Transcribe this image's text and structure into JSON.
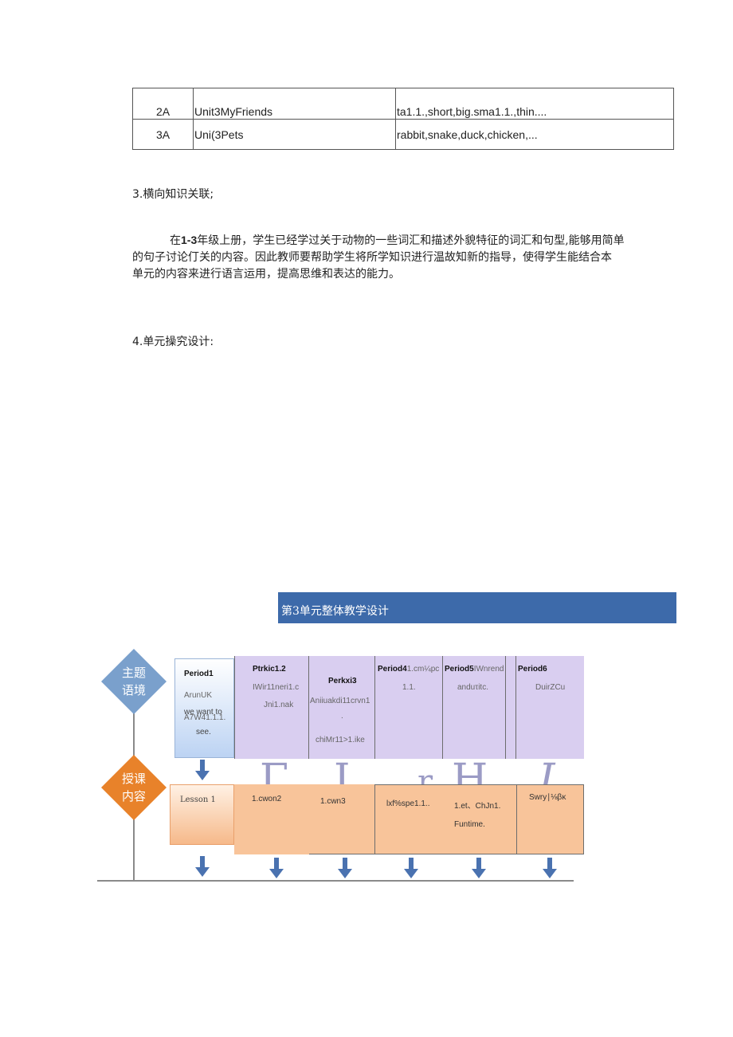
{
  "table": {
    "rows": [
      {
        "grade": "2A",
        "unit": "Unit3MyFriends",
        "words": "ta1.1.,short,big.sma1.1.,thin...."
      },
      {
        "grade": "3A",
        "unit": "Uni(3Pets",
        "words": "rabbit,snake,duck,chicken,..."
      }
    ]
  },
  "section3": {
    "heading": "3.横向知识关联;",
    "para_lines": [
      {
        "indent": "在",
        "bold": "1-3",
        "rest": "年级上册，学生已经学过关于动物的一些词汇和描述外貌特征的词汇和句型,能够用简单"
      },
      {
        "indent": "",
        "bold": "",
        "rest": "的句子讨论仃关的内容。因此教师要帮助学生将所学知识进行温故知新的指导，使得学生能结合本"
      },
      {
        "indent": "",
        "bold": "",
        "rest": "单元的内容来进行语言运用，提高思维和表达的能力。"
      }
    ]
  },
  "section4": {
    "heading": "4.单元操究设计:"
  },
  "banner": {
    "title": "第3单元整体教学设计"
  },
  "diagram": {
    "theme_label": [
      "主题",
      "语境"
    ],
    "content_label": [
      "授课",
      "内容"
    ],
    "period1": {
      "title": "Period1",
      "lines": [
        "ArunUK",
        "we want to",
        "A7W41.1.1.",
        "see."
      ]
    },
    "periods": [
      {
        "title": "Ptrkic1.2",
        "lines": [
          "IWir11neri1.c",
          "Jni1.nak"
        ]
      },
      {
        "title": "Perkxi3",
        "lines": [
          "Aniiuakdi11crvn1",
          ".",
          "chiMr11>1.ike"
        ]
      },
      {
        "title": "Period4",
        "title_suffix": "1.cm¼pc",
        "lines": [
          "1.1."
        ]
      },
      {
        "title": "Period5",
        "title_suffix": "IWnrend",
        "lines": [
          "anduτitc."
        ]
      },
      {
        "title": "Period6",
        "lines": [
          "DuirZCu"
        ]
      }
    ],
    "lesson1": "Lesson 1",
    "lessons": [
      "1.cwon2",
      "1.cwn3",
      "lxf%spe1.1..",
      "1.et、ChJn1.",
      "Swry∣⅛βκ"
    ],
    "lesson5_extra": "Funtime.",
    "glyphs": [
      "Γ",
      "I",
      "r",
      "H",
      "I"
    ]
  },
  "colors": {
    "banner": "#3d6aaa",
    "purple": "#d9cef0",
    "orange": "#f8c49a",
    "diamond_blue": "#7aa0cc",
    "diamond_orange": "#e8822a",
    "arrow": "#4a72b0"
  }
}
